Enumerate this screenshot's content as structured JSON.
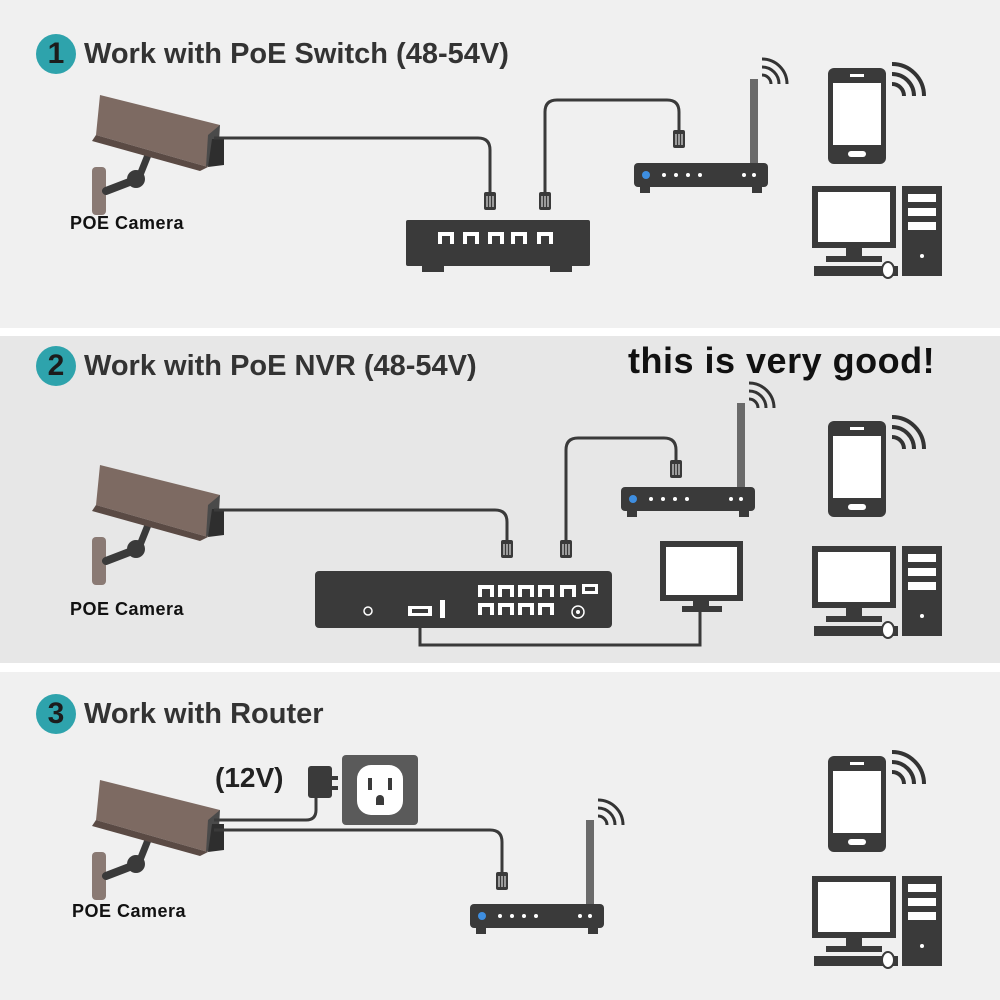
{
  "sections": [
    {
      "number": "1",
      "title": "Work with PoE Switch (48-54V)",
      "camera_label": "POE Camera"
    },
    {
      "number": "2",
      "title": "Work with PoE NVR (48-54V)",
      "camera_label": "POE Camera"
    },
    {
      "number": "3",
      "title": "Work with Router",
      "camera_label": "POE Camera",
      "power_label": "(12V)"
    }
  ],
  "annotation": "this is very good!",
  "icons": [
    "camera-icon",
    "poe-switch-icon",
    "router-icon",
    "smartphone-icon",
    "desktop-computer-icon",
    "nvr-icon",
    "monitor-icon",
    "power-adapter-icon",
    "wall-outlet-icon",
    "wifi-icon"
  ],
  "colors": {
    "badge": "#2ea3ac",
    "device": "#3a3a3a",
    "camera": "#7d6a62"
  }
}
